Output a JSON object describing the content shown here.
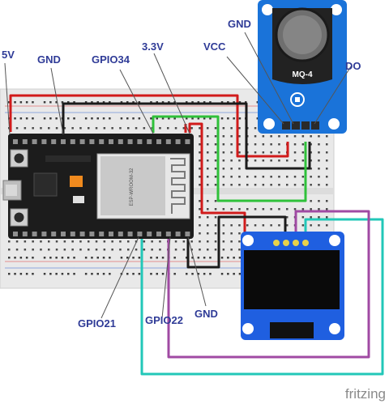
{
  "labels": {
    "v5": "5V",
    "gnd_top": "GND",
    "gpio34": "GPIO34",
    "v33": "3.3V",
    "vcc": "VCC",
    "gnd_sensor": "GND",
    "do": "DO",
    "gpio21": "GPIO21",
    "gpio22": "GPIO22",
    "gnd_bottom": "GND"
  },
  "sensor": {
    "name": "MQ-4"
  },
  "esp32": {
    "module_text": "ESP-WROOM-32"
  },
  "footer": {
    "brand": "fritzing"
  },
  "colors": {
    "label": "#2f3b97",
    "breadboard": "#e9e9e9",
    "board": "#1c1c1c",
    "sensor_board": "#1a73d9",
    "oled_board": "#1f5fe0",
    "wire_red": "#d11b1b",
    "wire_black": "#1b1b1b",
    "wire_green": "#2fc13a",
    "wire_cyan": "#22c7b8",
    "wire_purple": "#a04aa3",
    "leader_lines": "#555555"
  }
}
